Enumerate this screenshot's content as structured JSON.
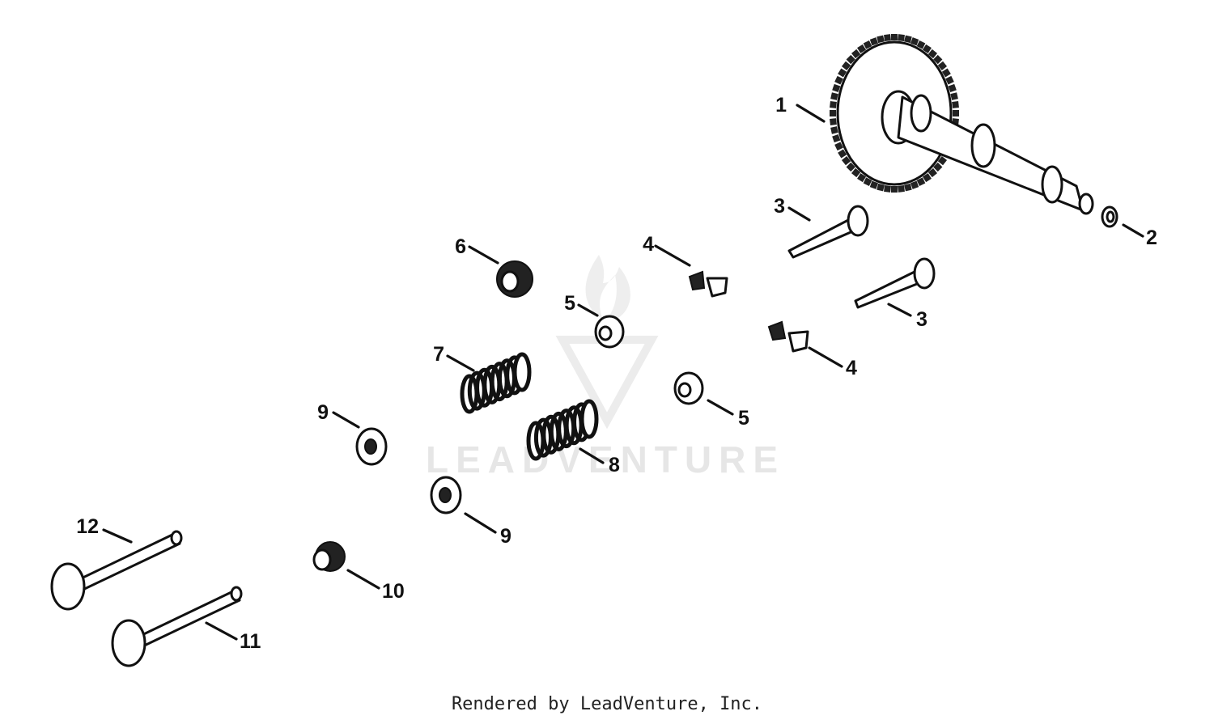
{
  "watermark": {
    "brand": "LEADVENTURE",
    "color": "#e6e6e6"
  },
  "footer": {
    "text": "Rendered by LeadVenture, Inc."
  },
  "callouts": [
    {
      "id": "1a",
      "label": "1"
    },
    {
      "id": "2a",
      "label": "2"
    },
    {
      "id": "3a",
      "label": "3"
    },
    {
      "id": "3b",
      "label": "3"
    },
    {
      "id": "4a",
      "label": "4"
    },
    {
      "id": "4b",
      "label": "4"
    },
    {
      "id": "5a",
      "label": "5"
    },
    {
      "id": "5b",
      "label": "5"
    },
    {
      "id": "6a",
      "label": "6"
    },
    {
      "id": "7a",
      "label": "7"
    },
    {
      "id": "8a",
      "label": "8"
    },
    {
      "id": "9a",
      "label": "9"
    },
    {
      "id": "9b",
      "label": "9"
    },
    {
      "id": "10a",
      "label": "10"
    },
    {
      "id": "11a",
      "label": "11"
    },
    {
      "id": "12a",
      "label": "12"
    }
  ]
}
